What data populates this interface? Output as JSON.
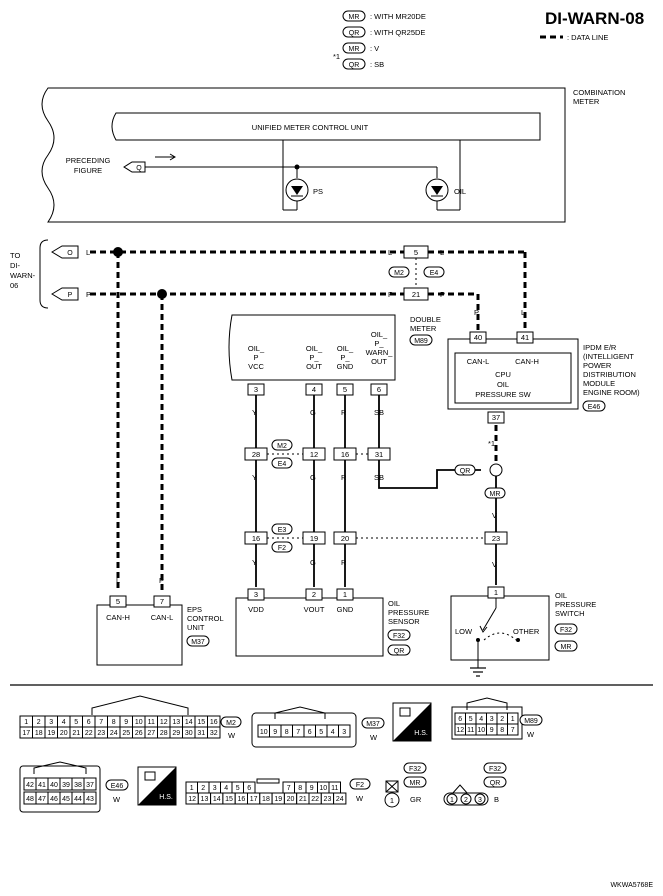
{
  "header": {
    "title": "DI-WARN-08",
    "legend": {
      "mr_tag": "MR",
      "mr_text": ": WITH MR20DE",
      "qr_tag": "QR",
      "qr_text": ": WITH QR25DE",
      "star": "*1",
      "mr_v_tag": "MR",
      "mr_v_text": ": V",
      "qr_sb_tag": "QR",
      "qr_sb_text": ": SB",
      "data_line": ": DATA LINE"
    }
  },
  "combination_meter": {
    "label_1": "COMBINATION",
    "label_2": "METER",
    "unit": "UNIFIED METER CONTROL UNIT",
    "preceding_1": "PRECEDING",
    "preceding_2": "FIGURE",
    "preceding_tag": "Q",
    "ps": "PS",
    "oil": "OIL"
  },
  "to_ref": {
    "l1": "TO",
    "l2": "DI-",
    "l3": "WARN-",
    "l4": "06",
    "o_tag": "O",
    "p_tag": "P"
  },
  "wires": {
    "l": "L",
    "p": "P",
    "y": "Y",
    "g": "G",
    "r": "R",
    "sb": "SB",
    "v": "V",
    "star": "*1"
  },
  "inline": {
    "c5": "5",
    "c21": "21",
    "m2": "M2",
    "e4": "E4",
    "c28": "28",
    "c12": "12",
    "c16a": "16",
    "c31": "31",
    "c16b": "16",
    "c19": "19",
    "c20": "20",
    "c23": "23",
    "e3": "E3",
    "f2": "F2",
    "qr": "QR",
    "mr": "MR"
  },
  "double_meter": {
    "label_1": "DOUBLE",
    "label_2": "METER",
    "code": "M89",
    "pins": [
      {
        "l1": "OIL_",
        "l2": "P",
        "l3": "VCC",
        "num": "3"
      },
      {
        "l1": "OIL_",
        "l2": "P_",
        "l3": "OUT",
        "num": "4"
      },
      {
        "l1": "OIL_",
        "l2": "P_",
        "l3": "GND",
        "num": "5"
      },
      {
        "l1": "OIL_",
        "l2": "P_",
        "l3": "WARN_",
        "l4": "OUT",
        "num": "6"
      }
    ]
  },
  "ipdm": {
    "label_1": "IPDM E/R",
    "label_2": "(INTELLIGENT",
    "label_3": "POWER",
    "label_4": "DISTRIBUTION",
    "label_5": "MODULE",
    "label_6": "ENGINE ROOM)",
    "code": "E46",
    "pin40": "40",
    "pin41": "41",
    "pin37": "37",
    "can_l": "CAN-L",
    "can_h": "CAN-H",
    "cpu": "CPU",
    "oil1": "OIL",
    "oil2": "PRESSURE SW"
  },
  "eps": {
    "label_1": "EPS",
    "label_2": "CONTROL",
    "label_3": "UNIT",
    "code": "M37",
    "pin5": "5",
    "pin7": "7",
    "can_h": "CAN-H",
    "can_l": "CAN-L"
  },
  "sensor": {
    "label_1": "OIL",
    "label_2": "PRESSURE",
    "label_3": "SENSOR",
    "code": "F32",
    "tag": "QR",
    "pin3": "3",
    "pin2": "2",
    "pin1": "1",
    "vdd": "VDD",
    "vout": "VOUT",
    "gnd": "GND"
  },
  "switch": {
    "label_1": "OIL",
    "label_2": "PRESSURE",
    "label_3": "SWITCH",
    "code": "F32",
    "tag": "MR",
    "pin1": "1",
    "low": "LOW",
    "other": "OTHER"
  },
  "connectors": {
    "m2_top": [
      "1",
      "2",
      "3",
      "4",
      "5",
      "6",
      "7",
      "8",
      "9",
      "10",
      "11",
      "12",
      "13",
      "14",
      "15",
      "16"
    ],
    "m2_bot": [
      "17",
      "18",
      "19",
      "20",
      "21",
      "22",
      "23",
      "24",
      "25",
      "26",
      "27",
      "28",
      "29",
      "30",
      "31",
      "32"
    ],
    "m2_code": "M2",
    "m2_color": "W",
    "m37_pins": [
      "10",
      "9",
      "8",
      "7",
      "6",
      "5",
      "4",
      "3"
    ],
    "m37_code": "M37",
    "m37_color": "W",
    "hs": "H.S.",
    "m89_top": [
      "6",
      "5",
      "4",
      "3",
      "2",
      "1"
    ],
    "m89_bot": [
      "12",
      "11",
      "10",
      "9",
      "8",
      "7"
    ],
    "m89_code": "M89",
    "m89_color": "W",
    "e46_top": [
      "42",
      "41",
      "40",
      "39",
      "38",
      "37"
    ],
    "e46_bot": [
      "48",
      "47",
      "46",
      "45",
      "44",
      "43"
    ],
    "e46_code": "E46",
    "e46_color": "W",
    "f2_top": [
      "1",
      "2",
      "3",
      "4",
      "5",
      "6",
      "7",
      "8",
      "9",
      "10",
      "11"
    ],
    "f2_bot": [
      "12",
      "13",
      "14",
      "15",
      "16",
      "17",
      "18",
      "19",
      "20",
      "21",
      "22",
      "23",
      "24"
    ],
    "f2_code": "F2",
    "f2_color": "W",
    "f32a_code": "F32",
    "f32a_tag": "MR",
    "f32a_pin": "1",
    "f32a_color": "GR",
    "f32b_code": "F32",
    "f32b_tag": "QR",
    "f32b_pins": [
      "1",
      "2",
      "3"
    ],
    "f32b_color": "B"
  },
  "footer": {
    "code": "WKWA5768E"
  }
}
